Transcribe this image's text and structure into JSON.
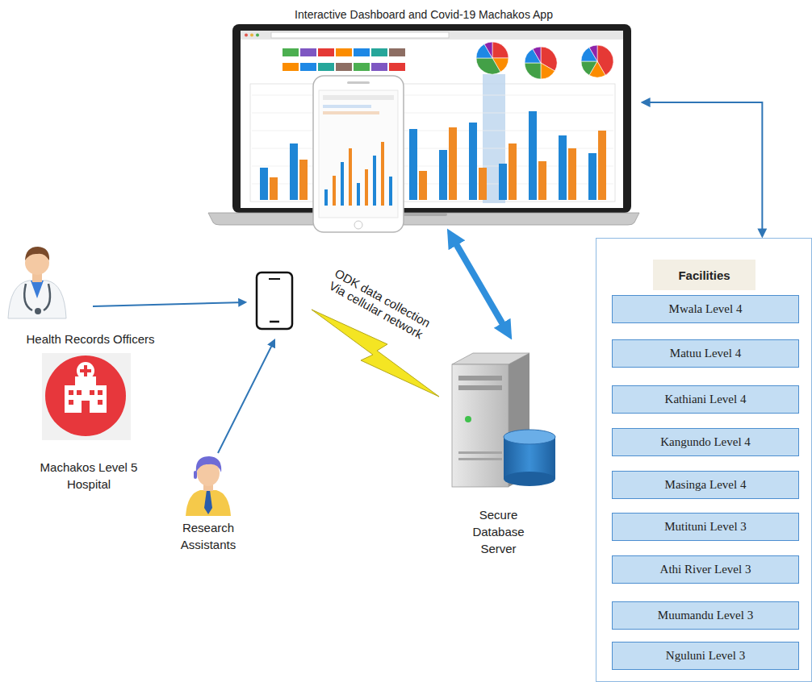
{
  "diagram": {
    "nodes": [
      {
        "text": [
          "Interactive Dashboard and Covid-19 Machakos App"
        ]
      },
      {
        "text": [
          "Health Records Officers"
        ]
      },
      {
        "text": [
          "Machakos Level 5 Hospital"
        ]
      },
      {
        "text": [
          "Research Assistants"
        ]
      },
      {
        "text": [
          "Secure Database Server"
        ]
      },
      {
        "text": [
          "Facilities"
        ]
      },
      {
        "text": [
          "Mwala Level 4"
        ],
        "in": 5
      },
      {
        "text": [
          "Matuu Level 4"
        ],
        "in": 5
      },
      {
        "text": [
          "Kathiani Level 4"
        ],
        "in": 5
      },
      {
        "text": [
          "Kangundo Level 4"
        ],
        "in": 5
      },
      {
        "text": [
          "Masinga Level 4"
        ],
        "in": 5
      },
      {
        "text": [
          "Mutituni Level 3"
        ],
        "in": 5
      },
      {
        "text": [
          "Athi River Level 3"
        ],
        "in": 5
      },
      {
        "text": [
          "Muumandu Level 3"
        ],
        "in": 5
      },
      {
        "text": [
          "Nguluni Level 3"
        ],
        "in": 5
      }
    ],
    "edges": [
      {
        "from": 0,
        "to": 4,
        "arrow": "both"
      },
      {
        "from": 0,
        "to": 5,
        "arrow": "both"
      }
    ],
    "labels": [
      "ODK data collection Via cellular network"
    ]
  }
}
